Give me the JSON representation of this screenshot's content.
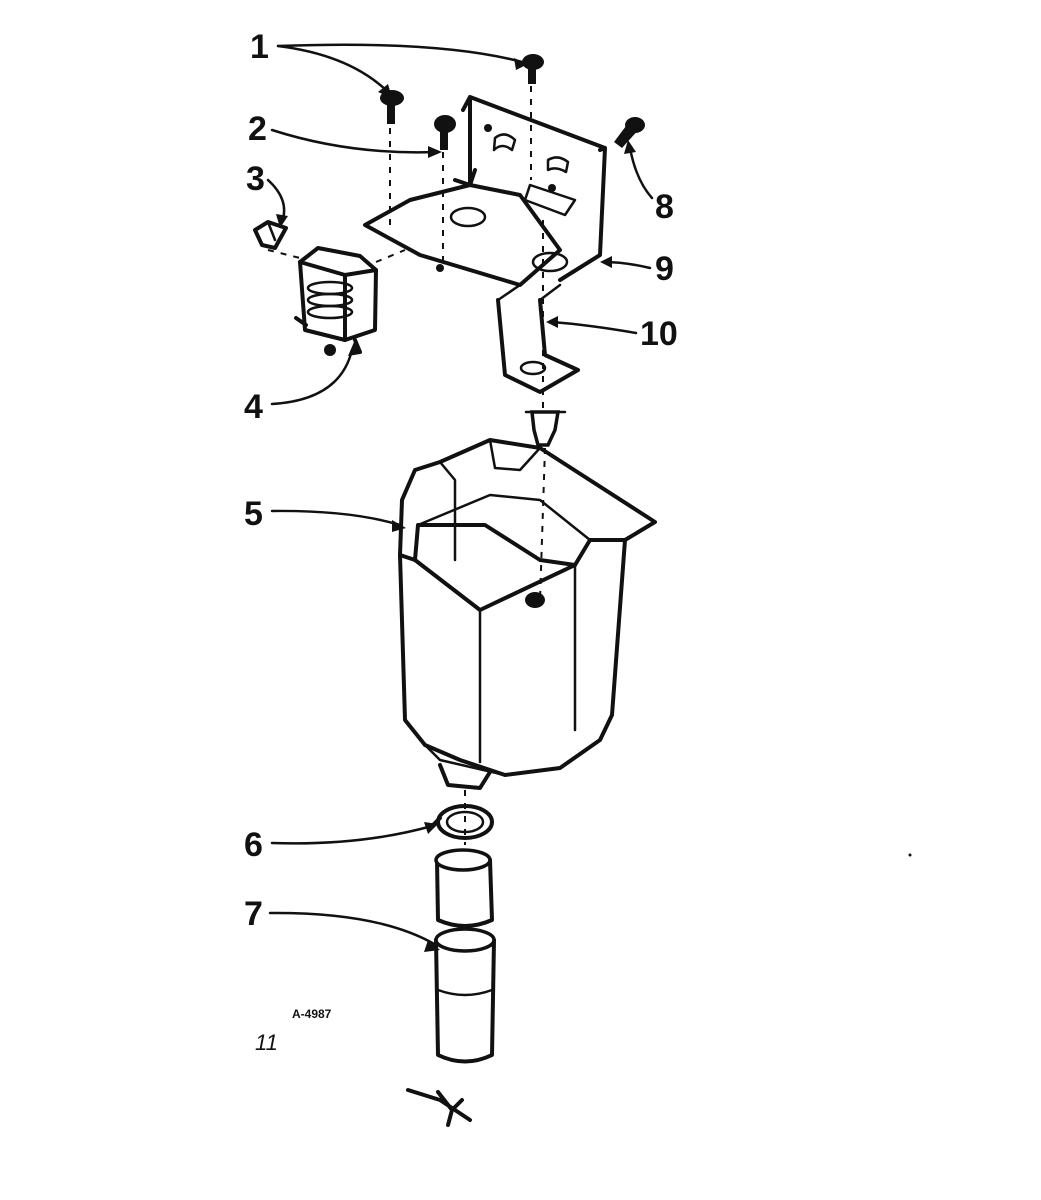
{
  "callouts": [
    {
      "id": "1",
      "label": "1"
    },
    {
      "id": "2",
      "label": "2"
    },
    {
      "id": "3",
      "label": "3"
    },
    {
      "id": "4",
      "label": "4"
    },
    {
      "id": "5",
      "label": "5"
    },
    {
      "id": "6",
      "label": "6"
    },
    {
      "id": "7",
      "label": "7"
    },
    {
      "id": "8",
      "label": "8"
    },
    {
      "id": "9",
      "label": "9"
    },
    {
      "id": "10",
      "label": "10"
    }
  ],
  "drawing_code": "A-4987",
  "figure_mark": "11"
}
